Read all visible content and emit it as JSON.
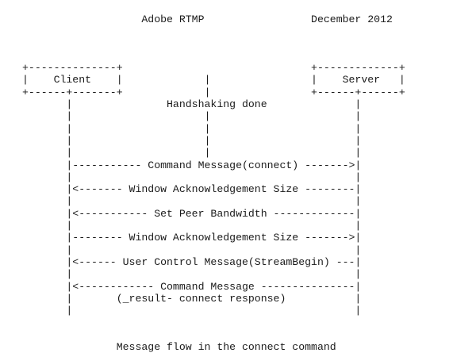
{
  "header": {
    "line": "                   Adobe RTMP                 December 2012"
  },
  "diagram": {
    "lines": [
      "+--------------+                              +-------------+",
      "|    Client    |             |                |    Server   |",
      "+------+-------+             |                +------+------+",
      "       |               Handshaking done              |",
      "       |                     |                       |",
      "       |                     |                       |",
      "       |                     |                       |",
      "       |                     |                       |",
      "       |----------- Command Message(connect) ------->|",
      "       |                                             |",
      "       |<------- Window Acknowledgement Size --------|",
      "       |                                             |",
      "       |<----------- Set Peer Bandwidth -------------|",
      "       |                                             |",
      "       |-------- Window Acknowledgement Size ------->|",
      "       |                                             |",
      "       |<------ User Control Message(StreamBegin) ---|",
      "       |                                             |",
      "       |<------------ Command Message ---------------|",
      "       |       (_result- connect response)           |",
      "       |                                             |"
    ]
  },
  "caption": {
    "line": "               Message flow in the connect command"
  }
}
